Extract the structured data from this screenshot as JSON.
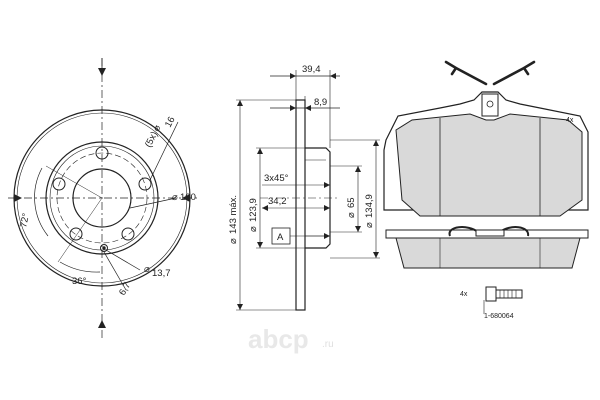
{
  "watermark": {
    "brand": "abcp",
    "suffix": ".ru"
  },
  "disc_front": {
    "holes_label": "(5x)",
    "hole_diameter": "16",
    "center_diameter": "100",
    "angle_72": "72°",
    "angle_36": "36°",
    "offset_13_7": "13,7",
    "offset_6_7": "6,7"
  },
  "disc_section": {
    "width_total": "39,4",
    "flange_thickness": "8,9",
    "chamfer": "3x45°",
    "depth": "34,2",
    "outer_max": "143 máx.",
    "outer_123_9": "123,9",
    "bore_65": "65",
    "pcd_134_9": "134,9",
    "datum": "A"
  },
  "pads": {
    "quantity": "4x",
    "kit_quantity": "4x",
    "kit_code": "1-680064"
  }
}
